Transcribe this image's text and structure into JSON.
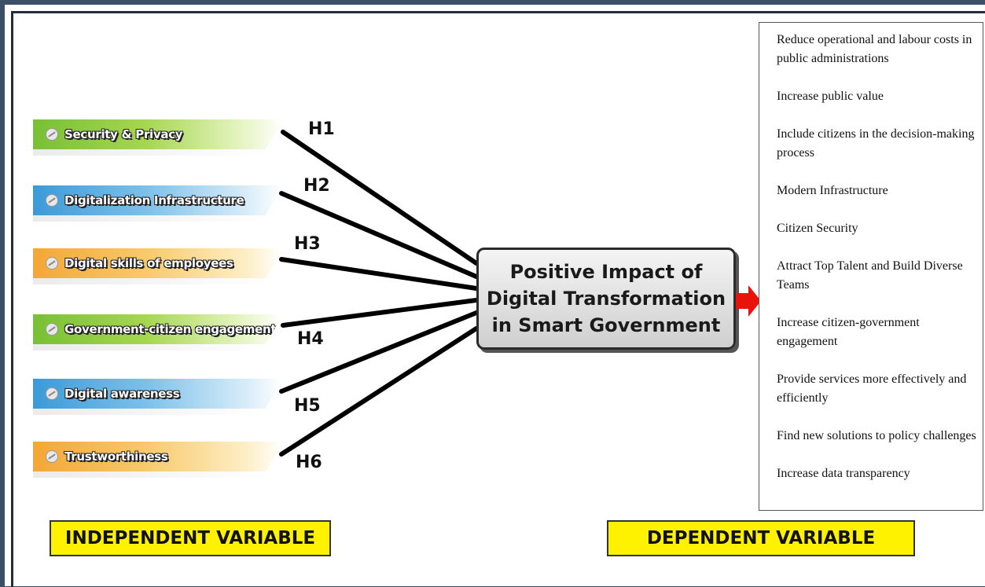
{
  "independent_variables": [
    {
      "label": "Security & Privacy",
      "hypothesis": "H1",
      "color": "#78c035"
    },
    {
      "label": "Digitalization Infrastructure",
      "hypothesis": "H2",
      "color": "#3c9ad8"
    },
    {
      "label": "Digital skills of employees",
      "hypothesis": "H3",
      "color": "#f3a736"
    },
    {
      "label": "Government-citizen engagement",
      "hypothesis": "H4",
      "color": "#78c035"
    },
    {
      "label": "Digital awareness",
      "hypothesis": "H5",
      "color": "#3c9ad8"
    },
    {
      "label": "Trustworthiness",
      "hypothesis": "H6",
      "color": "#f3a736"
    }
  ],
  "central": {
    "line1": "Positive Impact of",
    "line2": "Digital Transformation",
    "line3": "in Smart Government"
  },
  "outcomes": [
    "Reduce operational and labour costs in public administrations",
    "Increase public value",
    "Include citizens in the decision-making process",
    "Modern Infrastructure",
    "Citizen Security",
    "Attract Top Talent and Build Diverse Teams",
    "Increase citizen-government engagement",
    "Provide services more effectively and efficiently",
    "Find new solutions to policy challenges",
    "Increase data transparency"
  ],
  "labels": {
    "independent": "INDEPENDENT VARIABLE",
    "dependent": "DEPENDENT VARIABLE"
  },
  "colors": {
    "arrow": "#e8140c",
    "variable_box": "#fff200",
    "frame": "#3b4f66"
  }
}
